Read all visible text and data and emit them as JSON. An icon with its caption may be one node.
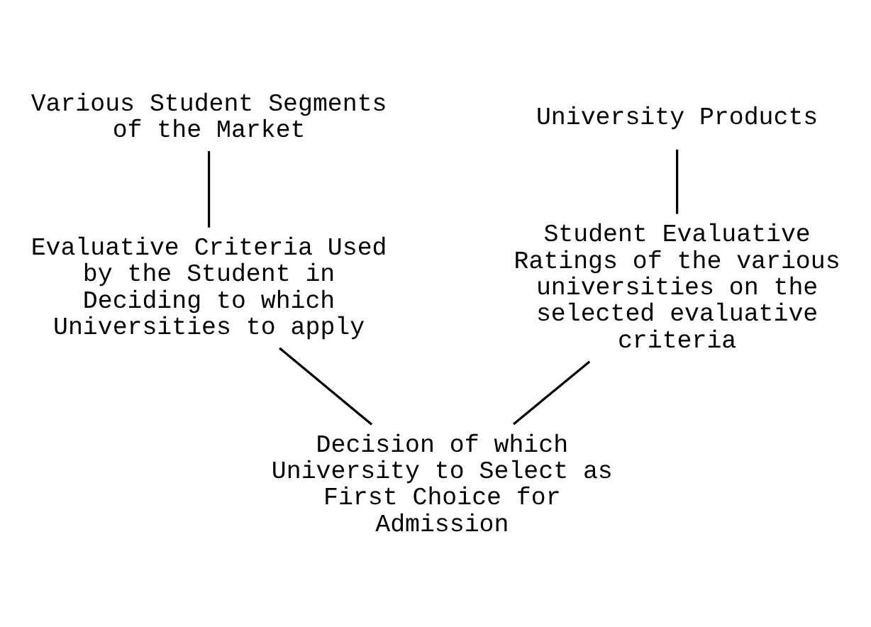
{
  "diagram": {
    "nodes": [
      {
        "text": [
          "Various Student Segments of the Market"
        ]
      },
      {
        "text": [
          "University Products"
        ]
      },
      {
        "text": [
          "Evaluative Criteria Used by the Student in Deciding to which Universities to apply"
        ]
      },
      {
        "text": [
          "Student Evaluative Ratings of the various universities on the selected evaluative criteria"
        ]
      },
      {
        "text": [
          "Decision of which University to Select as First Choice for Admission"
        ]
      }
    ],
    "edges": [
      {
        "from": 0,
        "to": 2,
        "arrow": "none"
      },
      {
        "from": 1,
        "to": 3,
        "arrow": "none"
      },
      {
        "from": 2,
        "to": 4,
        "arrow": "none"
      },
      {
        "from": 3,
        "to": 4,
        "arrow": "none"
      }
    ]
  }
}
